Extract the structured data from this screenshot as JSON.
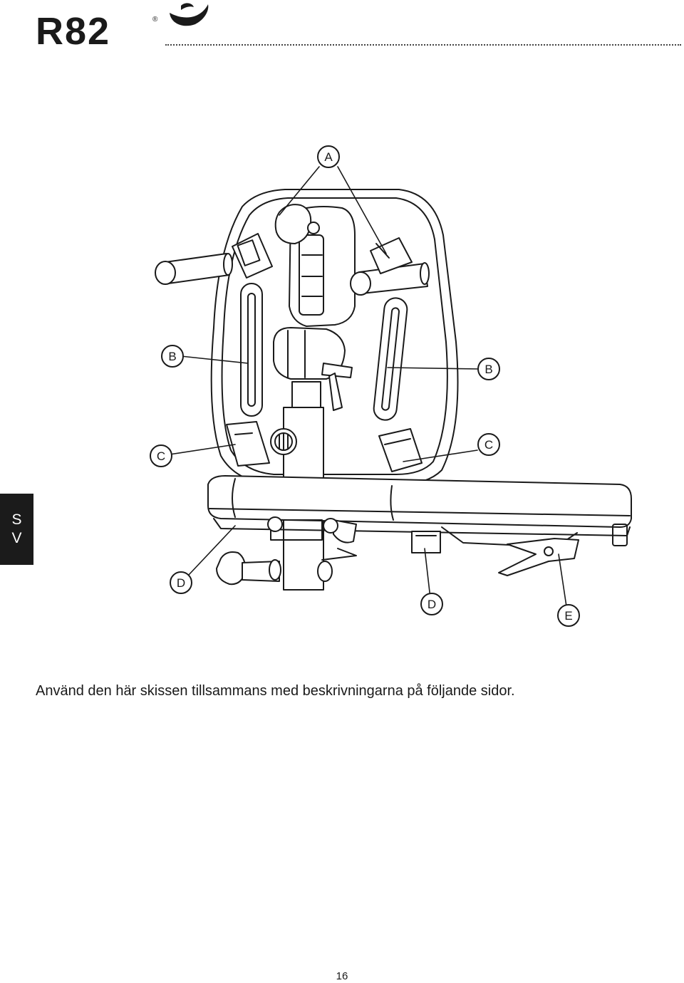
{
  "brand": {
    "logo_text": "R82",
    "registered_mark": "®"
  },
  "language_tab": {
    "line1": "S",
    "line2": "V"
  },
  "figure": {
    "callouts": {
      "a": "A",
      "b_left": "B",
      "b_right": "B",
      "c_left": "C",
      "c_right": "C",
      "d_left": "D",
      "d_right": "D",
      "e": "E"
    }
  },
  "caption": "Använd den här skissen tillsammans med beskrivningarna på följande sidor.",
  "page_number": "16"
}
